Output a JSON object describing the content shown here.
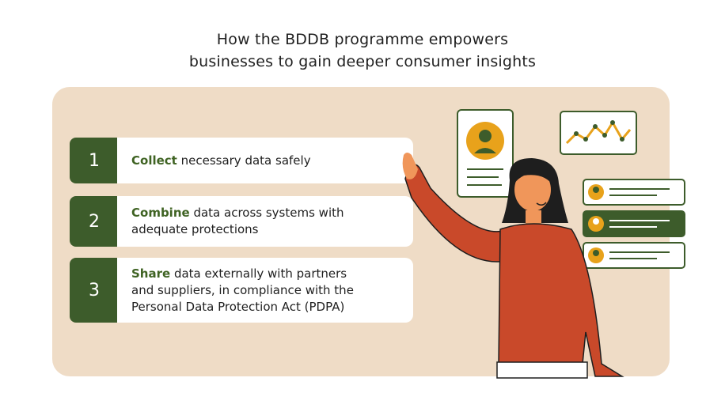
{
  "title": {
    "line1": "How the BDDB programme empowers",
    "line2": "businesses to gain deeper consumer insights"
  },
  "steps": [
    {
      "number": "1",
      "keyword": "Collect",
      "lines": [
        " necessary data safely"
      ]
    },
    {
      "number": "2",
      "keyword": "Combine",
      "lines": [
        " data across systems with",
        "adequate protections"
      ]
    },
    {
      "number": "3",
      "keyword": "Share",
      "lines": [
        " data externally with partners",
        "and suppliers, in compliance with the",
        "Personal Data Protection Act (PDPA)"
      ]
    }
  ],
  "colors": {
    "panel": "#efdcc6",
    "accent_green": "#3d5c2b",
    "keyword_green": "#3f6323",
    "shirt": "#c9492a",
    "avatar_yellow": "#e8a21b"
  }
}
